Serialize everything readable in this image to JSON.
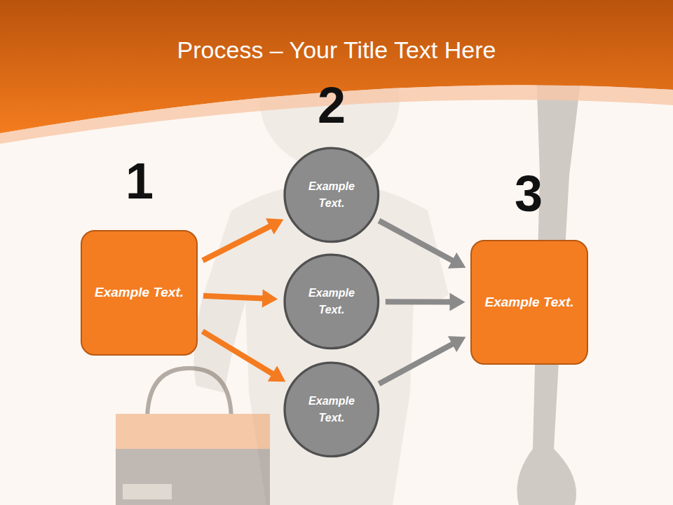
{
  "diagram": {
    "title": "Process – Your Title Text Here",
    "nodes": [
      {
        "text": [
          "Example Text."
        ]
      },
      {
        "text": [
          "Example Text."
        ]
      },
      {
        "text": [
          "Example Text."
        ]
      },
      {
        "text": [
          "Example Text."
        ]
      },
      {
        "text": [
          "Example Text."
        ]
      }
    ],
    "edges": [
      {
        "from": 0,
        "to": 1,
        "arrow": "to"
      },
      {
        "from": 0,
        "to": 2,
        "arrow": "to"
      },
      {
        "from": 0,
        "to": 3,
        "arrow": "to"
      },
      {
        "from": 1,
        "to": 4,
        "arrow": "to"
      },
      {
        "from": 2,
        "to": 4,
        "arrow": "to"
      },
      {
        "from": 3,
        "to": 4,
        "arrow": "to"
      }
    ],
    "labels": [
      "1",
      "2",
      "3"
    ]
  }
}
